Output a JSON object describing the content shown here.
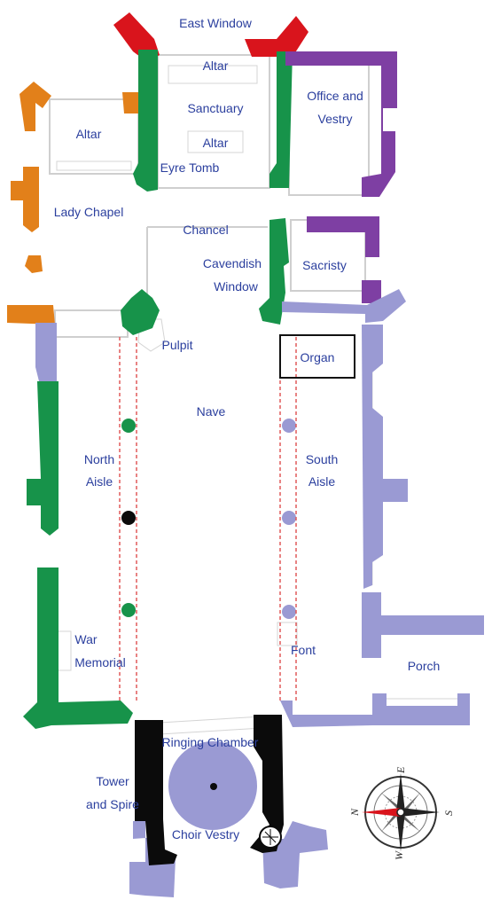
{
  "colors": {
    "red": "#d9141c",
    "green": "#17934a",
    "purple": "#7e3fa3",
    "orange": "#e2801a",
    "lavender": "#9a9ad3",
    "black": "#0b0b0b",
    "label": "#2b3f9e",
    "arcade": "#e05a5a"
  },
  "labels": {
    "east_window": "East Window",
    "altar_top": "Altar",
    "sanctuary": "Sanctuary",
    "altar_mid": "Altar",
    "altar_left": "Altar",
    "eyre_tomb": "Eyre Tomb",
    "office_line1": "Office and",
    "office_line2": "Vestry",
    "lady_chapel": "Lady Chapel",
    "chancel": "Chancel",
    "cavendish_line1": "Cavendish",
    "cavendish_line2": "Window",
    "sacristy": "Sacristy",
    "pulpit": "Pulpit",
    "organ": "Organ",
    "nave": "Nave",
    "north_aisle_line1": "North",
    "north_aisle_line2": "Aisle",
    "south_aisle_line1": "South",
    "south_aisle_line2": "Aisle",
    "war_line1": "War",
    "war_line2": "Memorial",
    "font": "Font",
    "porch": "Porch",
    "ringing_chamber": "Ringing Chamber",
    "tower_line1": "Tower",
    "tower_line2": "and Spire",
    "choir_vestry": "Choir Vestry"
  },
  "compass": {
    "north": "N",
    "east": "E",
    "south": "S",
    "west": "W"
  }
}
